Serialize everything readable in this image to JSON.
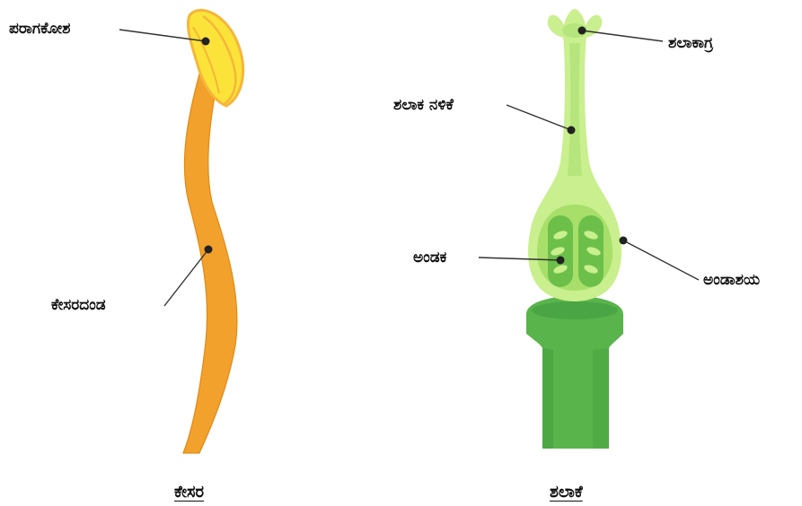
{
  "stamen": {
    "labels": {
      "anther": "ಪರಾಗಕೋಶ",
      "filament": "ಕೇಸರದಂಡ"
    },
    "caption": "ಕೇಸರ"
  },
  "pistil": {
    "labels": {
      "stigma": "ಶಲಾಕಾಗ್ರ",
      "style": "ಶಲಾಕ ನಳಿಕೆ",
      "ovule": "ಅಂಡಕ",
      "ovary": "ಅಂಡಾಶಯ"
    },
    "caption": "ಶಲಾಕೆ"
  },
  "colors": {
    "filament": "#f2a12c",
    "filament_edge": "#e08a14",
    "anther": "#fbe33a",
    "anther_edge": "#f6b63a",
    "pistil_light": "#c9ef8e",
    "pistil_mid": "#a8df6a",
    "pistil_dark": "#6cc04a",
    "stalk": "#5ab44c",
    "stalk_dark": "#3f9a3a"
  }
}
